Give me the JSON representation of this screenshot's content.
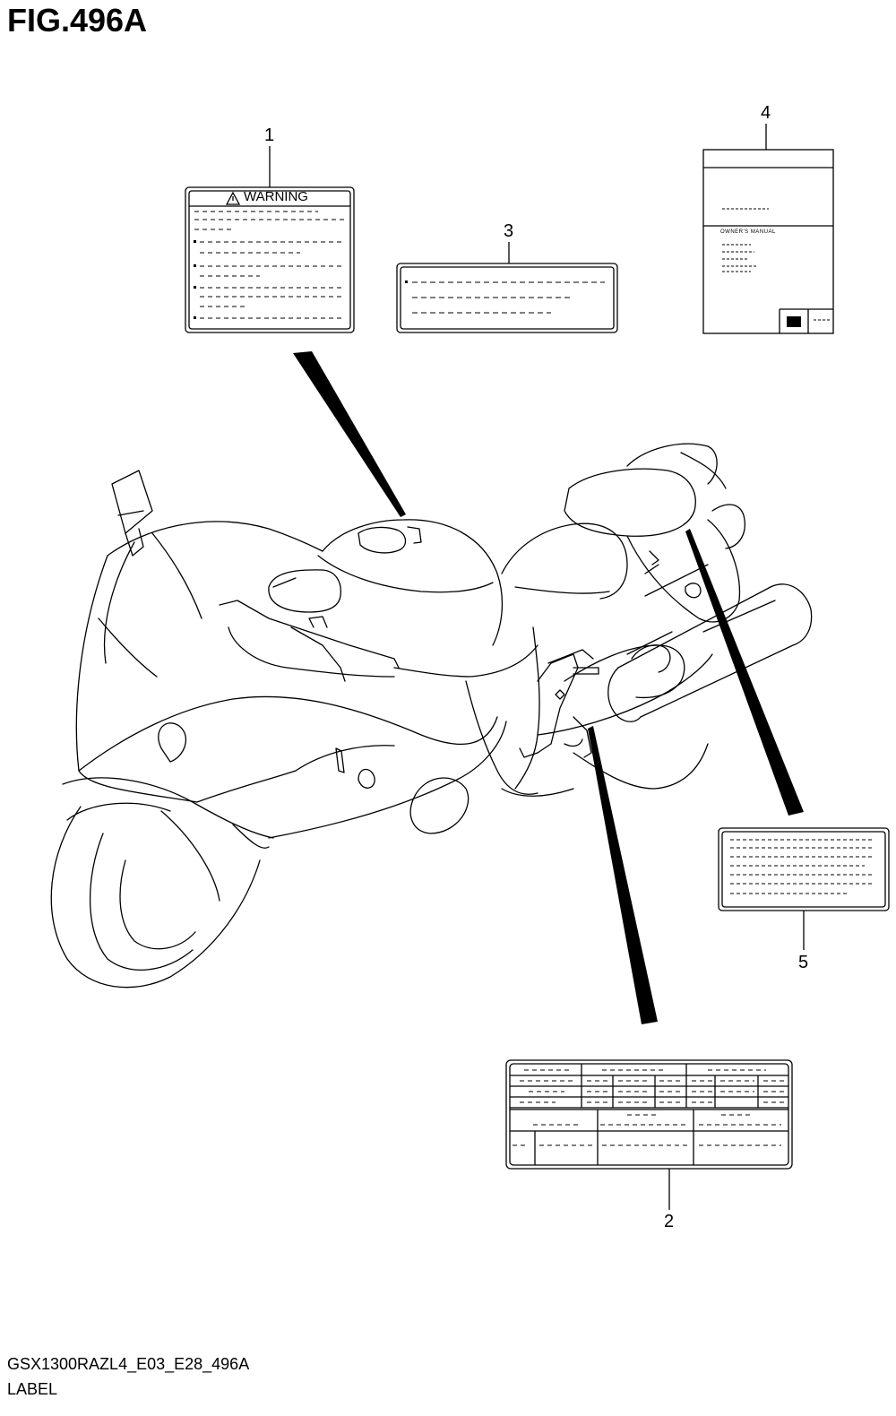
{
  "figure": {
    "title": "FIG.496A",
    "code": "GSX1300RAZL4_E03_E28_496A",
    "name": "LABEL"
  },
  "callouts": [
    "1",
    "2",
    "3",
    "4",
    "5"
  ],
  "labels": {
    "warning_label": {
      "heading": "WARNING",
      "icon": "warning-triangle-icon"
    },
    "owners_manual": {
      "text": "OWNER'S MANUAL"
    }
  }
}
